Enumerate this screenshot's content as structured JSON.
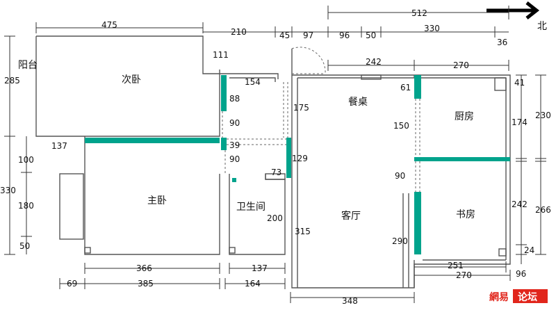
{
  "plan": {
    "north_label": "北",
    "rooms": {
      "balcony": "阳台",
      "second_bedroom": "次卧",
      "master_bedroom": "主卧",
      "bathroom": "卫生间",
      "dining_table": "餐桌",
      "living_room": "客厅",
      "kitchen": "厨房",
      "study": "书房"
    },
    "dims": {
      "top_475": "475",
      "top_512": "512",
      "top_210": "210",
      "top_45": "45",
      "top_97": "97",
      "top_96": "96",
      "top_50": "50",
      "top_330": "330",
      "top_36": "36",
      "d_111": "111",
      "d_242": "242",
      "d_270_top": "270",
      "d_154": "154",
      "d_61": "61",
      "d_41": "41",
      "d_285": "285",
      "d_88": "88",
      "d_175": "175",
      "d_230": "230",
      "d_174": "174",
      "d_90_a": "90",
      "d_150": "150",
      "d_137_left": "137",
      "d_39": "39",
      "d_100": "100",
      "d_90_b": "90",
      "d_129": "129",
      "d_73": "73",
      "d_90_c": "90",
      "d_330_left": "330",
      "d_180": "180",
      "d_242_right": "242",
      "d_266": "266",
      "d_200": "200",
      "d_315": "315",
      "d_290": "290",
      "d_24": "24",
      "d_50_left": "50",
      "d_251": "251",
      "d_366": "366",
      "d_137_bottom": "137",
      "d_96_right": "96",
      "d_270_bottom": "270",
      "d_69": "69",
      "d_385": "385",
      "d_164": "164",
      "d_348": "348"
    },
    "colors": {
      "partition": "#00a38c",
      "logo_red": "#e1261c"
    }
  },
  "watermark": {
    "part1": "網易",
    "part2": "论坛"
  }
}
